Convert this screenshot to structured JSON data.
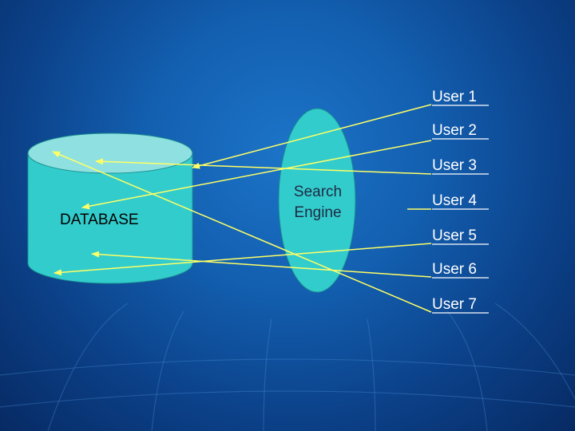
{
  "database": {
    "label": "DATABASE"
  },
  "search_engine": {
    "label_line1": "Search",
    "label_line2": "Engine"
  },
  "users": [
    "User 1",
    "User 2",
    "User 3",
    "User 4",
    "User 5",
    "User 6",
    "User 7"
  ],
  "colors": {
    "background": "#135fb0",
    "shape_fill": "#33cccc",
    "shape_top": "#8fe0e0",
    "arrow": "#ffff66",
    "user_text": "#ffffff"
  }
}
